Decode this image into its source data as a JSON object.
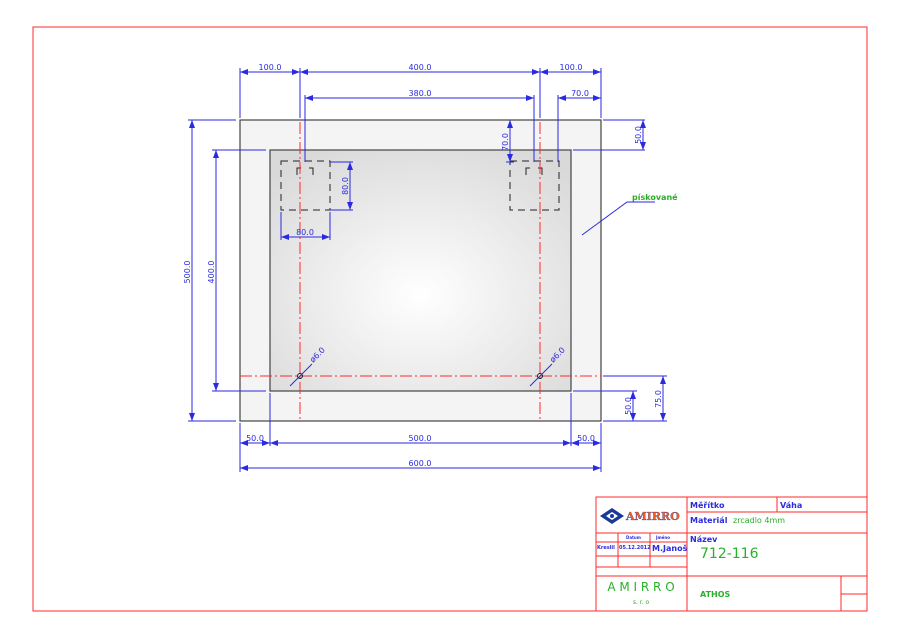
{
  "drawing": {
    "dimensions": {
      "top_left_100": "100.0",
      "top_400": "400.0",
      "top_right_100": "100.0",
      "holes_380": "380.0",
      "right_70": "70.0",
      "right_50_top": "50.0",
      "vertical_70": "70.0",
      "square_80_v": "80.0",
      "square_80_h": "80.0",
      "height_500": "500.0",
      "height_400": "400.0",
      "bottom_50_left": "50.0",
      "bottom_500": "500.0",
      "bottom_50_right": "50.0",
      "width_600": "600.0",
      "right_50_bottom": "50.0",
      "right_75": "75.0",
      "hole_left": "ø6.0",
      "hole_right": "ø6.0"
    },
    "annotation": "pískované",
    "colors": {
      "frame": "#ff2a2a",
      "dimension": "#2a2ae0",
      "note": "#2ab02a"
    }
  },
  "title_block": {
    "logo": "AMIRRO",
    "scale_label": "Měřítko",
    "weight_label": "Váha",
    "material_label": "Materiál",
    "material_value": "zrcadlo 4mm",
    "name_label": "Název",
    "drawing_number": "712-116",
    "drawn_label": "Kreslil",
    "date_label": "Datum",
    "person_label": "Jméno",
    "date_value": "05.12.2012",
    "person_value": "M.Janoš",
    "company": "A M I R R O",
    "company_suffix": "s. r. o",
    "product": "ATHOS"
  }
}
